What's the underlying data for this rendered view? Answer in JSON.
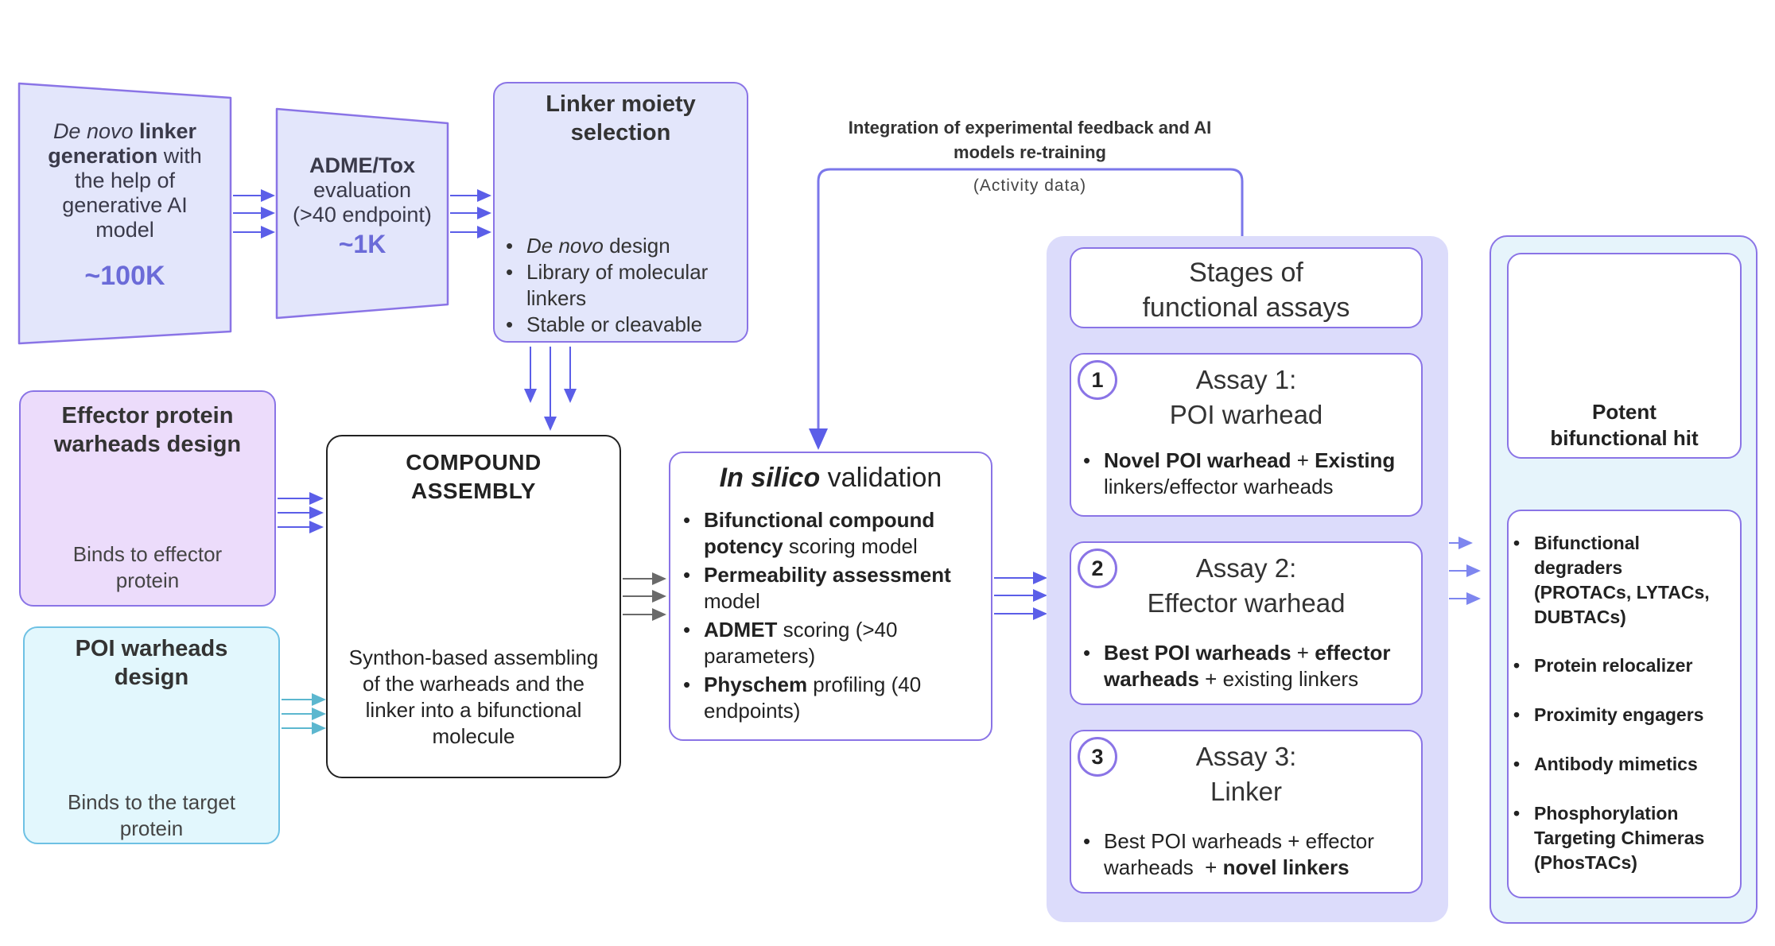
{
  "colors": {
    "purple_border": "#8a74e6",
    "blue_panel": "#e3e6fb",
    "lavender_panel": "#ecdcfb",
    "cyan_panel": "#e2f7fd",
    "stages_panel": "#dcdcfb",
    "hit_panel": "#e6f4fb",
    "arrow_blue": "#5b5ee8",
    "arrow_cyan": "#5cb7cf",
    "arrow_gray": "#6a6a6a"
  },
  "linker_gen": {
    "line1_italic": "De novo",
    "line1_bold": " linker",
    "line2_bold": "generation",
    "line2_rest": " with",
    "line3": "the help of",
    "line4": "generative AI",
    "line5": "model",
    "count": "~100K"
  },
  "adme": {
    "title": "ADME/Tox",
    "line2": "evaluation",
    "line3": "(>40 endpoint)",
    "count": "~1K"
  },
  "linker_select": {
    "title_line1": "Linker moiety",
    "title_line2": "selection",
    "b1_italic": "De novo",
    "b1_rest": " design",
    "b2_line1": "Library of molecular",
    "b2_line2": "linkers",
    "b3": "Stable or cleavable"
  },
  "feedback": {
    "line1": "Integration of experimental feedback and AI",
    "line2": "models re-training",
    "sub": "(Activity data)"
  },
  "effector": {
    "title_line1": "Effector protein",
    "title_line2": "warheads design",
    "caption_line1": "Binds to effector",
    "caption_line2": "protein"
  },
  "poi": {
    "title_line1": "POI warheads",
    "title_line2": "design",
    "caption_line1": "Binds to the target",
    "caption_line2": "protein"
  },
  "assembly": {
    "title_line1": "COMPOUND",
    "title_line2": "ASSEMBLY",
    "cap1": "Synthon-based assembling",
    "cap2": "of the warheads and the",
    "cap3": "linker into a bifunctional",
    "cap4": "molecule"
  },
  "insilico": {
    "title_italic": "In silico",
    "title_rest": " validation",
    "b1_bold1": "Bifunctional compound",
    "b1_bold2": "potency",
    "b1_rest": " scoring model",
    "b2_bold": "Permeability assessment",
    "b2_rest": "model",
    "b3_bold": "ADMET",
    "b3_rest1": " scoring (>40",
    "b3_rest2": "parameters)",
    "b4_bold": "Physchem",
    "b4_rest1": " profiling (40",
    "b4_rest2": "endpoints)"
  },
  "stages": {
    "title_line1": "Stages of",
    "title_line2": "functional assays"
  },
  "assay1": {
    "num": "1",
    "title_line1": "Assay 1:",
    "title_line2": "POI warhead",
    "d1_bold1": "Novel POI warhead",
    "d1_plus": " + ",
    "d1_bold2": "Existing",
    "d2": "linkers/effector warheads"
  },
  "assay2": {
    "num": "2",
    "title_line1": "Assay 2:",
    "title_line2": "Effector warhead",
    "d1_bold1": "Best POI warheads",
    "d1_plus": " + ",
    "d1_bold2": "effector",
    "d2_bold": "warheads",
    "d2_rest": " + existing linkers"
  },
  "assay3": {
    "num": "3",
    "title_line1": "Assay 3:",
    "title_line2": "Linker",
    "d1": "Best POI warheads + effector",
    "d2_rest": "warheads  + ",
    "d2_bold": "novel linkers"
  },
  "hit": {
    "line1": "Potent",
    "line2": "bifunctional hit"
  },
  "hit_list": {
    "i1_l1": "Bifunctional",
    "i1_l2": "degraders",
    "i1_l3": "(PROTACs, LYTACs,",
    "i1_l4": "DUBTACs)",
    "i2": "Protein relocalizer",
    "i3": "Proximity engagers",
    "i4": "Antibody mimetics",
    "i5_l1": "Phosphorylation",
    "i5_l2": "Targeting Chimeras",
    "i5_l3": "(PhosTACs)"
  }
}
